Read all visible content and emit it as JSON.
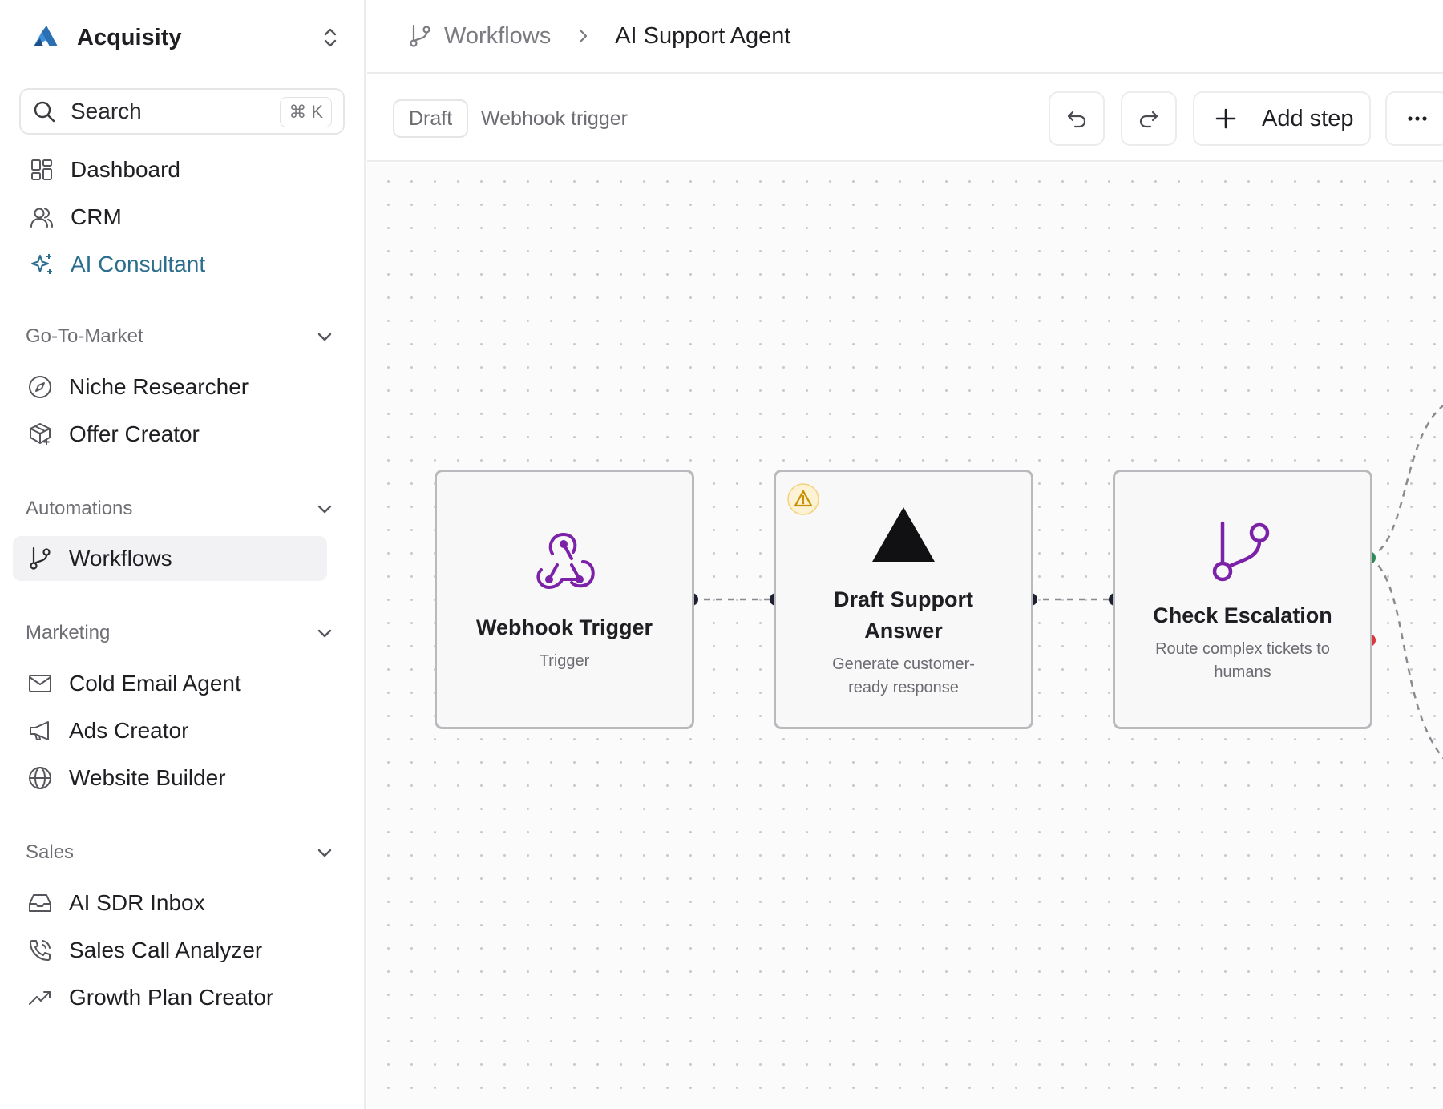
{
  "app": {
    "name": "Acquisity"
  },
  "sidebar": {
    "search": {
      "placeholder": "Search",
      "shortcut_symbol": "⌘",
      "shortcut_key": "K"
    },
    "top_items": [
      {
        "label": "Dashboard",
        "icon": "dashboard-icon"
      },
      {
        "label": "CRM",
        "icon": "users-icon"
      },
      {
        "label": "AI Consultant",
        "icon": "sparkles-icon",
        "accent": true
      }
    ],
    "sections": [
      {
        "label": "Go-To-Market",
        "items": [
          {
            "label": "Niche Researcher",
            "icon": "compass-icon"
          },
          {
            "label": "Offer Creator",
            "icon": "package-icon"
          }
        ]
      },
      {
        "label": "Automations",
        "items": [
          {
            "label": "Workflows",
            "icon": "git-branch-icon",
            "active": true
          }
        ]
      },
      {
        "label": "Marketing",
        "items": [
          {
            "label": "Cold Email Agent",
            "icon": "mail-icon"
          },
          {
            "label": "Ads Creator",
            "icon": "megaphone-icon"
          },
          {
            "label": "Website Builder",
            "icon": "globe-icon"
          }
        ]
      },
      {
        "label": "Sales",
        "items": [
          {
            "label": "AI SDR Inbox",
            "icon": "inbox-icon"
          },
          {
            "label": "Sales Call Analyzer",
            "icon": "phone-call-icon"
          },
          {
            "label": "Growth Plan Creator",
            "icon": "trending-up-icon"
          }
        ]
      }
    ]
  },
  "breadcrumb": {
    "parent": "Workflows",
    "current": "AI Support Agent"
  },
  "toolbar": {
    "status_badge": "Draft",
    "trigger_label": "Webhook trigger",
    "add_step_label": "Add step"
  },
  "workflow": {
    "nodes": [
      {
        "title": "Webhook Trigger",
        "subtitle": "Trigger",
        "icon": "webhook-icon"
      },
      {
        "title": "Draft Support Answer",
        "subtitle": "Generate customer-ready response",
        "icon": "triangle-icon",
        "warning": true
      },
      {
        "title": "Check Escalation",
        "subtitle": "Route complex tickets to humans",
        "icon": "git-branch-icon"
      }
    ]
  },
  "colors": {
    "accent_nav": "#2c6e8e",
    "node_icon_purple": "#7b22a8",
    "branch_true": "#2e8b57",
    "branch_false": "#d9383a",
    "warning": "#e0a800"
  }
}
